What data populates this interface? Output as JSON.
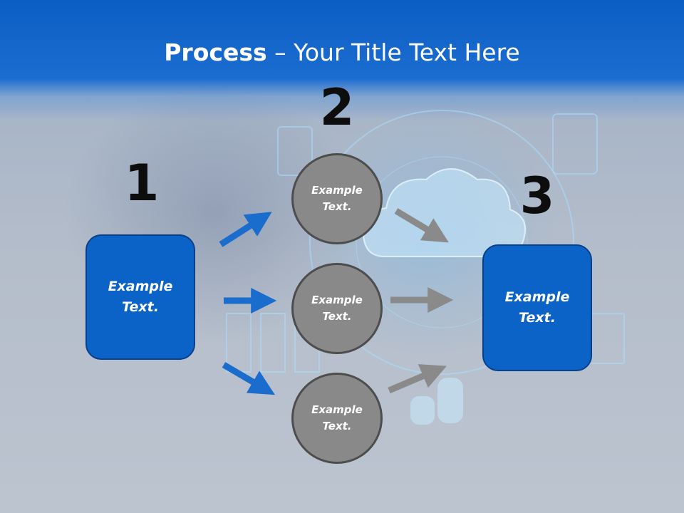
{
  "title": {
    "bold": "Process",
    "rest": " – Your Title Text Here"
  },
  "numbers": {
    "one": "1",
    "two": "2",
    "three": "3"
  },
  "left_box": {
    "text": "Example Text."
  },
  "right_box": {
    "text": "Example Text."
  },
  "circles": [
    {
      "text": "Example Text."
    },
    {
      "text": "Example Text."
    },
    {
      "text": "Example Text."
    }
  ],
  "colors": {
    "header_blue": "#0b5ec4",
    "box_blue": "#0b63c8",
    "arrow_blue": "#1a6ccd",
    "arrow_gray": "#8a8a8a",
    "circle_gray": "#898989"
  }
}
